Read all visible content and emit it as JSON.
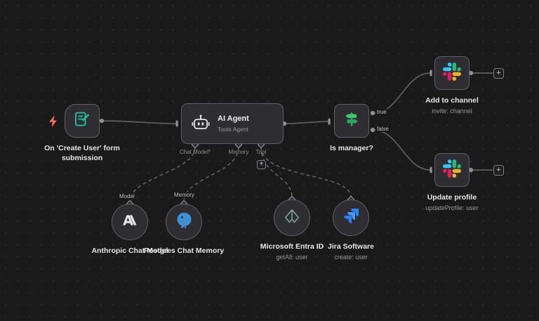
{
  "nodes": {
    "form_trigger": {
      "label": "On 'Create User' form submission"
    },
    "ai_agent": {
      "title": "AI Agent",
      "subtitle": "Tools Agent",
      "ports": [
        "Chat Model*",
        "Memory",
        "Tool"
      ]
    },
    "is_manager": {
      "label": "Is manager?",
      "output_true": "true",
      "output_false": "false"
    },
    "slack_add": {
      "label": "Add to channel",
      "subtitle": "invite: channel"
    },
    "slack_update": {
      "label": "Update profile",
      "subtitle": "updateProfile: user"
    },
    "anthropic": {
      "label": "Anthropic Chat Model",
      "wire_label": "Model"
    },
    "postgres": {
      "label": "Postgres Chat Memory",
      "wire_label": "Memory"
    },
    "entra": {
      "label": "Microsoft Entra ID",
      "subtitle": "getAll: user"
    },
    "jira": {
      "label": "Jira Software",
      "subtitle": "create: user"
    }
  },
  "buttons": {
    "plus": "+"
  },
  "icons": {
    "form_trigger": "form-pencil-icon",
    "trigger": "lightning-bolt-icon",
    "ai_agent": "robot-icon",
    "is_manager": "signpost-icon",
    "slack": "slack-logo-icon",
    "anthropic": "anthropic-logo-icon",
    "postgres": "postgres-elephant-icon",
    "entra": "entra-diamond-icon",
    "jira": "jira-logo-icon"
  },
  "colors": {
    "background": "#1a1a1a",
    "node_bg": "#2e2e32",
    "node_border": "#5f5f66",
    "wire": "#5e5e64",
    "text_primary": "#e6e6e9",
    "text_secondary": "#97979d",
    "form_teal": "#21c3a6",
    "trigger_bolt": "#ff6d5a",
    "if_green": "#42c96f",
    "slack_blue": "#36C5F0",
    "slack_green": "#2EB67D",
    "slack_yellow": "#ECB22E",
    "slack_red": "#E01E5A",
    "postgres_blue": "#3f8fd4",
    "jira_blue": "#2684FF",
    "entra_teal": "#79aaa2",
    "anthropic_white": "#ececе8"
  }
}
